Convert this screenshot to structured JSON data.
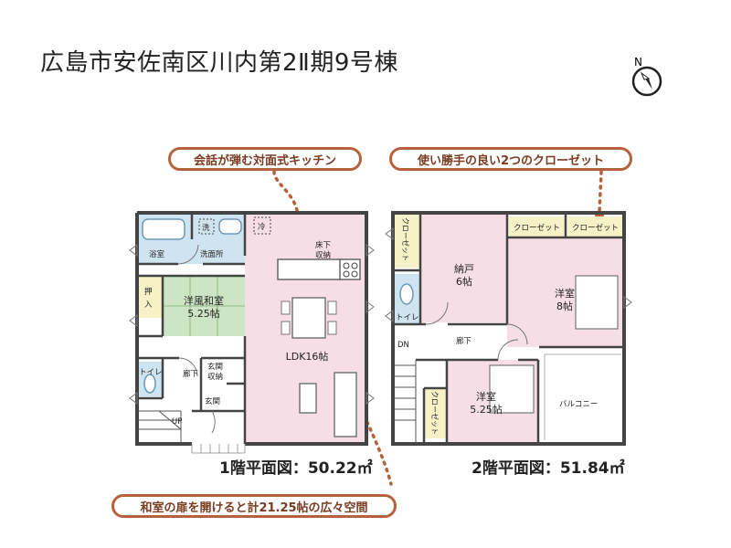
{
  "title": "広島市安佐南区川内第2Ⅱ期9号棟",
  "compass": {
    "label": "N"
  },
  "callouts": {
    "kitchen": "会話が弾む対面式キッチン",
    "closet": "使い勝手の良い2つのクローゼット",
    "washitsu": "和室の扉を開けると計21.25帖の広々空間"
  },
  "floor1": {
    "area_label": "1階平面図：50.22㎡",
    "rooms": {
      "bath": "浴室",
      "wash_mark": "洗",
      "washroom": "洗面所",
      "fridge": "冷",
      "underfloor_1": "床下",
      "underfloor_2": "収納",
      "oshiire_1": "押",
      "oshiire_2": "入",
      "washitsu_1": "洋風和室",
      "washitsu_2": "5.25帖",
      "ldk": "LDK16帖",
      "toilet": "トイレ",
      "hall": "廊下",
      "entrance_storage_1": "玄関",
      "entrance_storage_2": "収納",
      "entrance": "玄関",
      "up": "UP"
    }
  },
  "floor2": {
    "area_label": "2階平面図：51.84㎡",
    "rooms": {
      "closet_left": "クローゼット",
      "storage_1": "納戸",
      "storage_2": "6帖",
      "closet_a": "クローゼット",
      "closet_b": "クローゼット",
      "western_8_1": "洋室",
      "western_8_2": "8帖",
      "toilet": "トイレ",
      "hall": "廊下",
      "dn": "DN",
      "western_525_1": "洋室",
      "western_525_2": "5.25帖",
      "closet_small": "クローゼット",
      "balcony": "バルコニー"
    }
  },
  "colors": {
    "wall": "#444444",
    "ldk": "#f6dde6",
    "washitsu": "#cde5c4",
    "bath": "#cfe4f1",
    "closet": "#f7f1c7",
    "callout": "#b5613c"
  }
}
